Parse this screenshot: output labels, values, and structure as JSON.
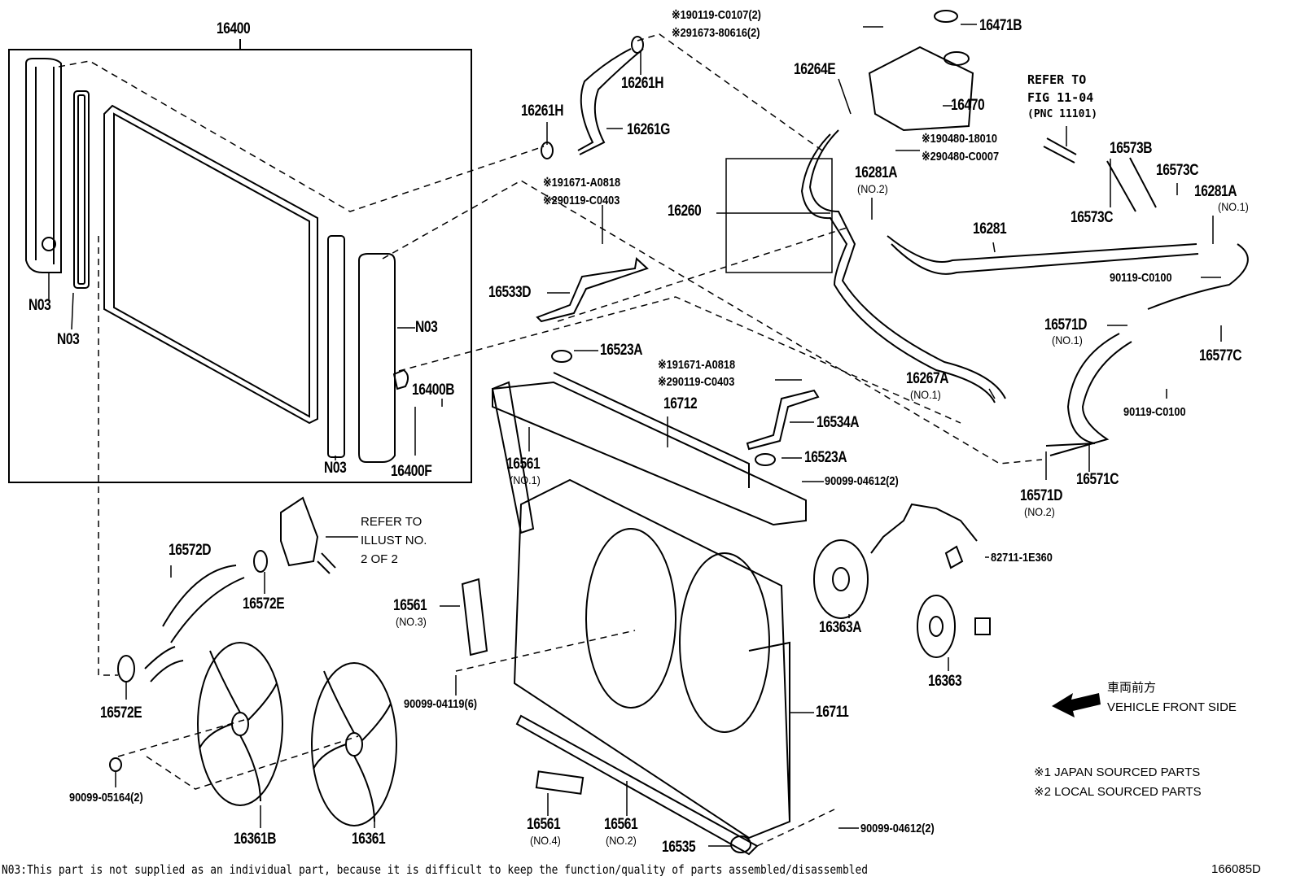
{
  "diagram": {
    "title_group": "16400",
    "figure_code": "166085D",
    "footnote": "N03:This part is not supplied as an individual part, because it is difficult to keep the function/quality of parts assembled/disassembled",
    "legend": {
      "japan": "※1 JAPAN SOURCED PARTS",
      "local": "※2 LOCAL SOURCED PARTS"
    },
    "direction": {
      "jp": "車両前方",
      "en": "VEHICLE FRONT SIDE",
      "icon": "arrow-left-icon"
    },
    "refer_fig": {
      "line1": "REFER TO",
      "line2": "FIG 11-04",
      "line3": "(PNC 11101)"
    },
    "refer_illust": {
      "line1": "REFER TO",
      "line2": "ILLUST NO.",
      "line3": "2 OF 2"
    },
    "labels": {
      "n03_a": "N03",
      "n03_b": "N03",
      "n03_c": "N03",
      "n03_d": "N03",
      "p16400B": "16400B",
      "p16400F": "16400F",
      "p16261H_a": "16261H",
      "p16261H_b": "16261H",
      "p16261G": "16261G",
      "bolt1_j": "※190119-C0107(2)",
      "bolt1_l": "※291673-80616(2)",
      "p16471B": "16471B",
      "p16264E": "16264E",
      "p16470": "16470",
      "cap_j": "※190480-18010",
      "cap_l": "※290480-C0007",
      "p16573B": "16573B",
      "p16573C_a": "16573C",
      "p16573C_b": "16573C",
      "p16281A_1": "16281A",
      "p16281A_1_sub": "(NO.1)",
      "p16281A_2": "16281A",
      "p16281A_2_sub": "(NO.2)",
      "p16260": "16260",
      "p16281": "16281",
      "bolt2_j": "※191671-A0818",
      "bolt2_l": "※290119-C0403",
      "p16533D": "16533D",
      "p90119_a": "90119-C0100",
      "p90119_b": "90119-C0100",
      "p16571D_1": "16571D",
      "p16571D_1_sub": "(NO.1)",
      "p16577C": "16577C",
      "p16267A": "16267A",
      "p16267A_sub": "(NO.1)",
      "p16523A_a": "16523A",
      "bolt3_j": "※191671-A0818",
      "bolt3_l": "※290119-C0403",
      "p16712": "16712",
      "p16534A": "16534A",
      "p16523A_b": "16523A",
      "p16561_1": "16561",
      "p16561_1_sub": "(NO.1)",
      "p90099_04612_a": "90099-04612(2)",
      "p16571D_2": "16571D",
      "p16571D_2_sub": "(NO.2)",
      "p16571C": "16571C",
      "p16572D": "16572D",
      "p16572E_a": "16572E",
      "p16572E_b": "16572E",
      "p16561_3": "16561",
      "p16561_3_sub": "(NO.3)",
      "p82711": "82711-1E360",
      "p16363A": "16363A",
      "p16363": "16363",
      "p90099_04119": "90099-04119(6)",
      "p16711": "16711",
      "p90099_05164": "90099-05164(2)",
      "p16361B": "16361B",
      "p16361": "16361",
      "p16561_4": "16561",
      "p16561_4_sub": "(NO.4)",
      "p16561_2": "16561",
      "p16561_2_sub": "(NO.2)",
      "p16535": "16535",
      "p90099_04612_b": "90099-04612(2)"
    }
  }
}
